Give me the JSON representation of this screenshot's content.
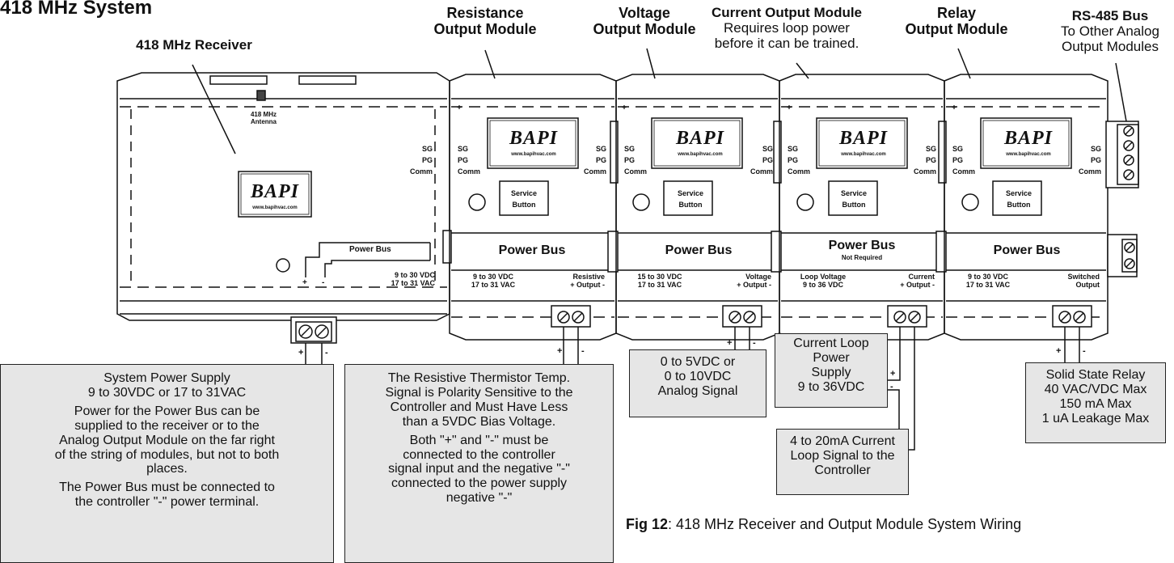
{
  "title": "418 MHz System",
  "callouts": {
    "receiver": "418 MHz Receiver",
    "resistance": [
      "Resistance",
      "Output Module"
    ],
    "voltage": [
      "Voltage",
      "Output Module"
    ],
    "current_title": "Current Output Module",
    "current_note": [
      "Requires loop power",
      "before it can be trained."
    ],
    "relay": [
      "Relay",
      "Output Module"
    ],
    "rs485_title": "RS-485 Bus",
    "rs485_note": [
      "To Other Analog",
      "Output Modules"
    ]
  },
  "receiver_panel": {
    "antenna": [
      "418 MHz",
      "Antenna"
    ],
    "power_bus_tag": "Power Bus",
    "supply": [
      "9 to 30 VDC",
      "17 to 31 VAC"
    ],
    "side_labels": [
      "SG",
      "PG",
      "Comm"
    ],
    "polarity": [
      "+",
      "-"
    ]
  },
  "logo": {
    "brand": "BAPI",
    "web": "www.bapihvac.com"
  },
  "module_common": {
    "power_bus": "Power Bus",
    "service": [
      "Service",
      "Button"
    ],
    "left_labels": [
      "SG",
      "PG",
      "Comm"
    ],
    "right_labels": [
      "SG",
      "PG",
      "Comm"
    ]
  },
  "modules": [
    {
      "supply": [
        "9 to 30 VDC",
        "17 to 31 VAC"
      ],
      "output": [
        "Resistive",
        "+ Output -"
      ],
      "sub": ""
    },
    {
      "supply": [
        "15 to 30 VDC",
        "17 to 31 VAC"
      ],
      "output": [
        "Voltage",
        "+ Output -"
      ],
      "sub": ""
    },
    {
      "supply": [
        "Loop Voltage",
        "9 to 36 VDC"
      ],
      "output": [
        "Current",
        "+ Output -"
      ],
      "sub": "Not Required"
    },
    {
      "supply": [
        "9 to 30 VDC",
        "17 to 31 VAC"
      ],
      "output": [
        "Switched",
        "Output"
      ],
      "sub": ""
    }
  ],
  "boxes": {
    "system_power": {
      "p1": [
        "System Power Supply",
        "9 to 30VDC or 17 to 31VAC"
      ],
      "p2": [
        "Power for the Power Bus can be",
        "supplied to the receiver or to the",
        "Analog Output Module on the far right",
        "of the string of modules, but not to both",
        "places."
      ],
      "p3": [
        "The Power Bus must be connected to",
        "the controller \"-\" power terminal."
      ]
    },
    "resistive": {
      "p1": [
        "The Resistive Thermistor Temp.",
        "Signal is Polarity Sensitive to the",
        "Controller and Must Have Less",
        "than a 5VDC Bias Voltage."
      ],
      "p2": [
        "Both \"+\" and \"-\" must be",
        "connected to the controller",
        "signal input and the negative \"-\"",
        "connected to the power supply",
        "negative \"-\""
      ]
    },
    "analog": [
      "0 to 5VDC or",
      "0 to 10VDC",
      "Analog Signal"
    ],
    "loop_power": [
      "Current Loop",
      "Power",
      "Supply",
      "9 to 36VDC"
    ],
    "loop_signal": [
      "4 to 20mA Current",
      "Loop Signal to the",
      "Controller"
    ],
    "relay": [
      "Solid State Relay",
      "40 VAC/VDC Max",
      "150 mA Max",
      "1 uA Leakage Max"
    ]
  },
  "wire_polarity": [
    "+",
    "-"
  ],
  "caption": {
    "bold": "Fig 12",
    "text": ": 418 MHz Receiver and Output Module System Wiring"
  }
}
